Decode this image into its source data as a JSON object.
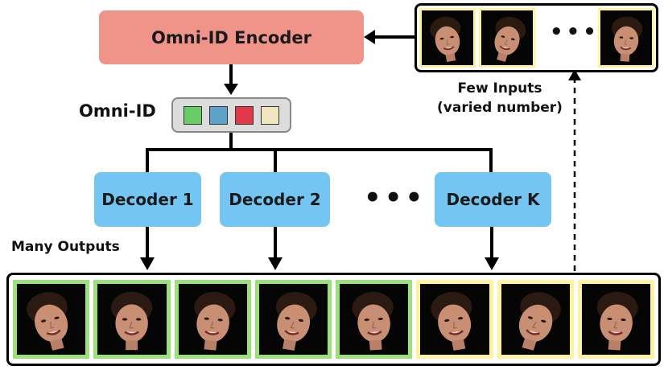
{
  "encoder": {
    "label": "Omni-ID Encoder"
  },
  "embedding": {
    "label": "Omni-ID",
    "swatch_colors": [
      "#66cc66",
      "#5ba3c9",
      "#e0394a",
      "#f1e6bf"
    ]
  },
  "decoders": [
    {
      "label": "Decoder 1"
    },
    {
      "label": "Decoder 2"
    },
    {
      "label": "Decoder K"
    }
  ],
  "decoder_ellipsis": "•••",
  "inputs": {
    "caption_line1": "Few Inputs",
    "caption_line2": "(varied number)",
    "ellipsis": "•••",
    "frame_count_shown": 3
  },
  "outputs": {
    "caption": "Many Outputs",
    "green_frames": 5,
    "yellow_frames": 3
  },
  "colors": {
    "encoder_fill": "#f0948a",
    "decoder_fill": "#74c5f2",
    "generated_frame_border": "#9be07a",
    "input_frame_border": "#fff2a0",
    "strip_fill": "#000000"
  }
}
